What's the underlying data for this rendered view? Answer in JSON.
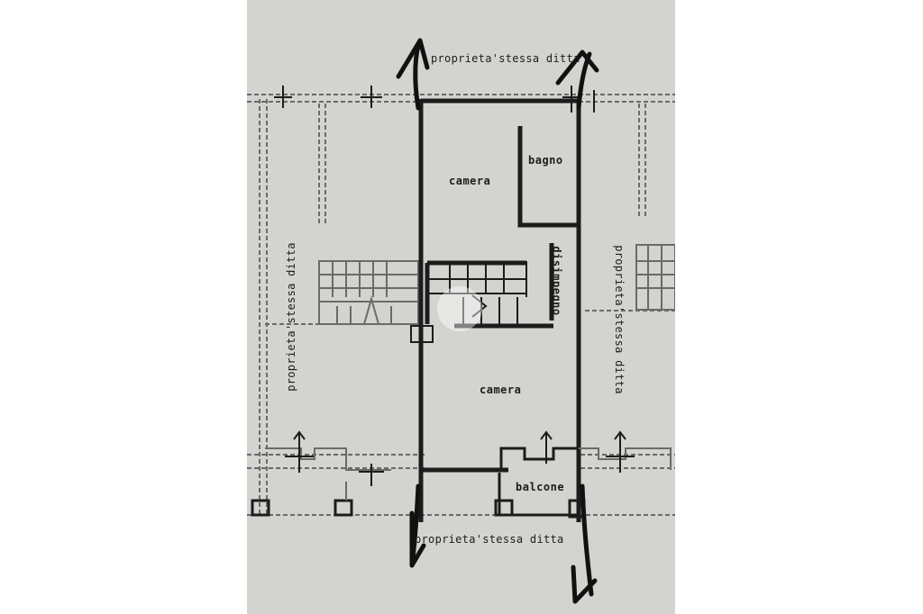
{
  "plan": {
    "rooms": {
      "camera_top": "camera",
      "bagno": "bagno",
      "disimpegno": "disimpegno",
      "camera_bottom": "camera",
      "balcone": "balcone"
    },
    "property": {
      "top": "proprieta'stessa ditta",
      "left": "proprieta'stessa ditta",
      "right": "proprieta'stessa ditta",
      "bottom": "proprieta'stessa ditta"
    }
  },
  "colors": {
    "paper": "#d3d3d0",
    "ink": "#1c1c1c",
    "faint": "#6a6a6a"
  }
}
